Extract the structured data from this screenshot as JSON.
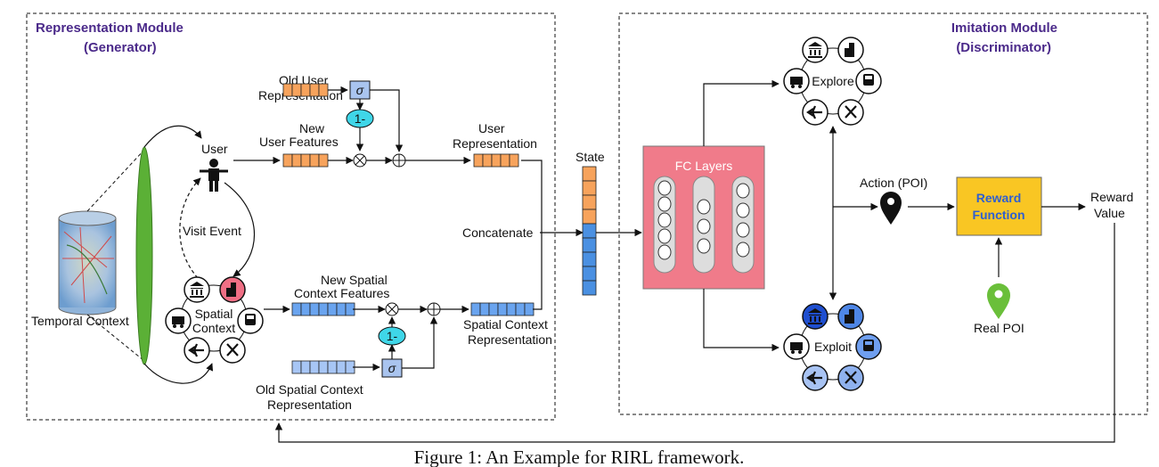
{
  "rep_module": {
    "title": "Representation Module",
    "subtitle": "(Generator)"
  },
  "imi_module": {
    "title": "Imitation Module",
    "subtitle": "(Discriminator)"
  },
  "labels": {
    "old_user_1": "Old User",
    "old_user_2": "Representation",
    "new_user_1": "New",
    "new_user_2": "User Features",
    "user": "User",
    "user_rep_1": "User",
    "user_rep_2": "Representation",
    "visit_event": "Visit Event",
    "concatenate": "Concatenate",
    "temporal_context": "Temporal Context",
    "spatial_context_1": "Spatial",
    "spatial_context_2": "Context",
    "new_spatial_1": "New Spatial",
    "new_spatial_2": "Context Features",
    "spatial_rep_1": "Spatial Context",
    "spatial_rep_2": "Representation",
    "old_spatial_1": "Old Spatial Context",
    "old_spatial_2": "Representation",
    "state": "State",
    "fc_layers": "FC Layers",
    "explore": "Explore",
    "exploit": "Exploit",
    "action": "Action (POI)",
    "reward_function_1": "Reward",
    "reward_function_2": "Function",
    "reward_value_1": "Reward",
    "reward_value_2": "Value",
    "real_poi": "Real POI",
    "one_minus": "1-",
    "sigma": "σ"
  },
  "caption": "Figure 1: An Example for RIRL framework.",
  "colors": {
    "orange": "#f7a35c",
    "blue": "#4a90e2",
    "fc": "#f07b8a",
    "reward": "#f9c623",
    "cyan": "#3fd6e8",
    "green": "#6abf3a",
    "module_title": "#4b2a8a"
  },
  "icons": [
    "bank-icon",
    "building-icon",
    "bus-icon",
    "plane-icon",
    "dining-icon",
    "car-icon",
    "map-pin-icon",
    "user-icon"
  ]
}
